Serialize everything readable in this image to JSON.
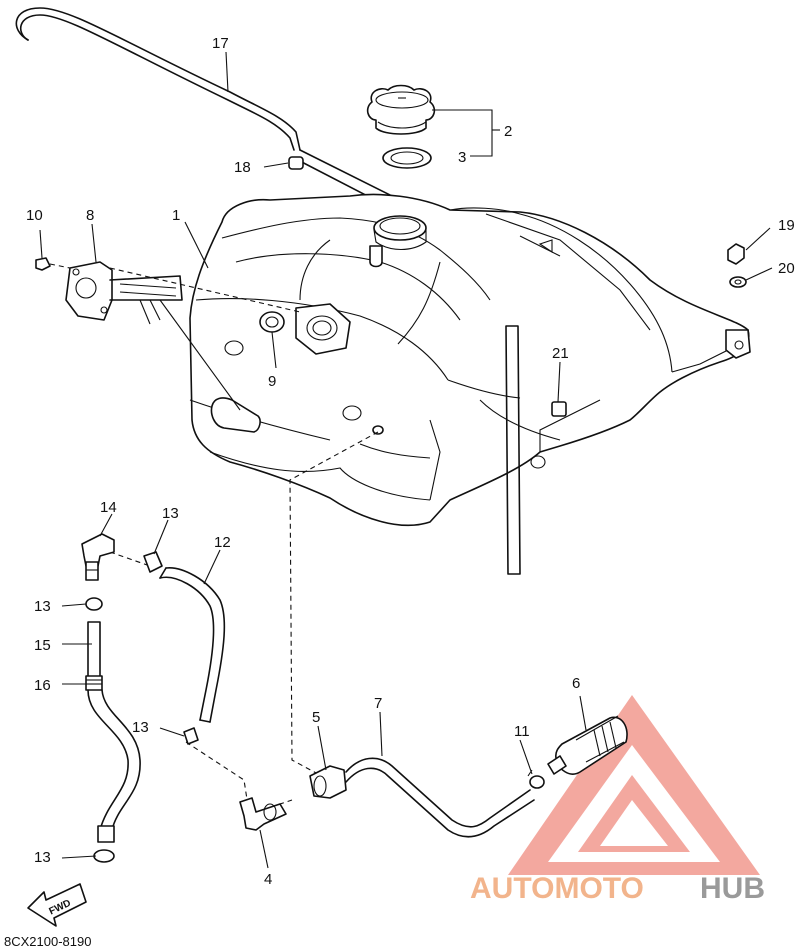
{
  "diagram": {
    "callouts": {
      "c1": "1",
      "c2": "2",
      "c3": "3",
      "c4": "4",
      "c5": "5",
      "c6": "6",
      "c7": "7",
      "c8": "8",
      "c9": "9",
      "c10": "10",
      "c11": "11",
      "c12": "12",
      "c13a": "13",
      "c13b": "13",
      "c13c": "13",
      "c13d": "13",
      "c14": "14",
      "c15": "15",
      "c16": "16",
      "c17": "17",
      "c18": "18",
      "c19": "19",
      "c20": "20",
      "c21": "21"
    },
    "fwd_label": "FWD",
    "drawing_code": "8CX2100-8190"
  },
  "watermark": {
    "part1": "AUTOMOTO",
    "part2": "HUB",
    "accent_color": "#f08c80",
    "text_color": "#f2b48c",
    "gray_color": "#9a9a9a"
  }
}
